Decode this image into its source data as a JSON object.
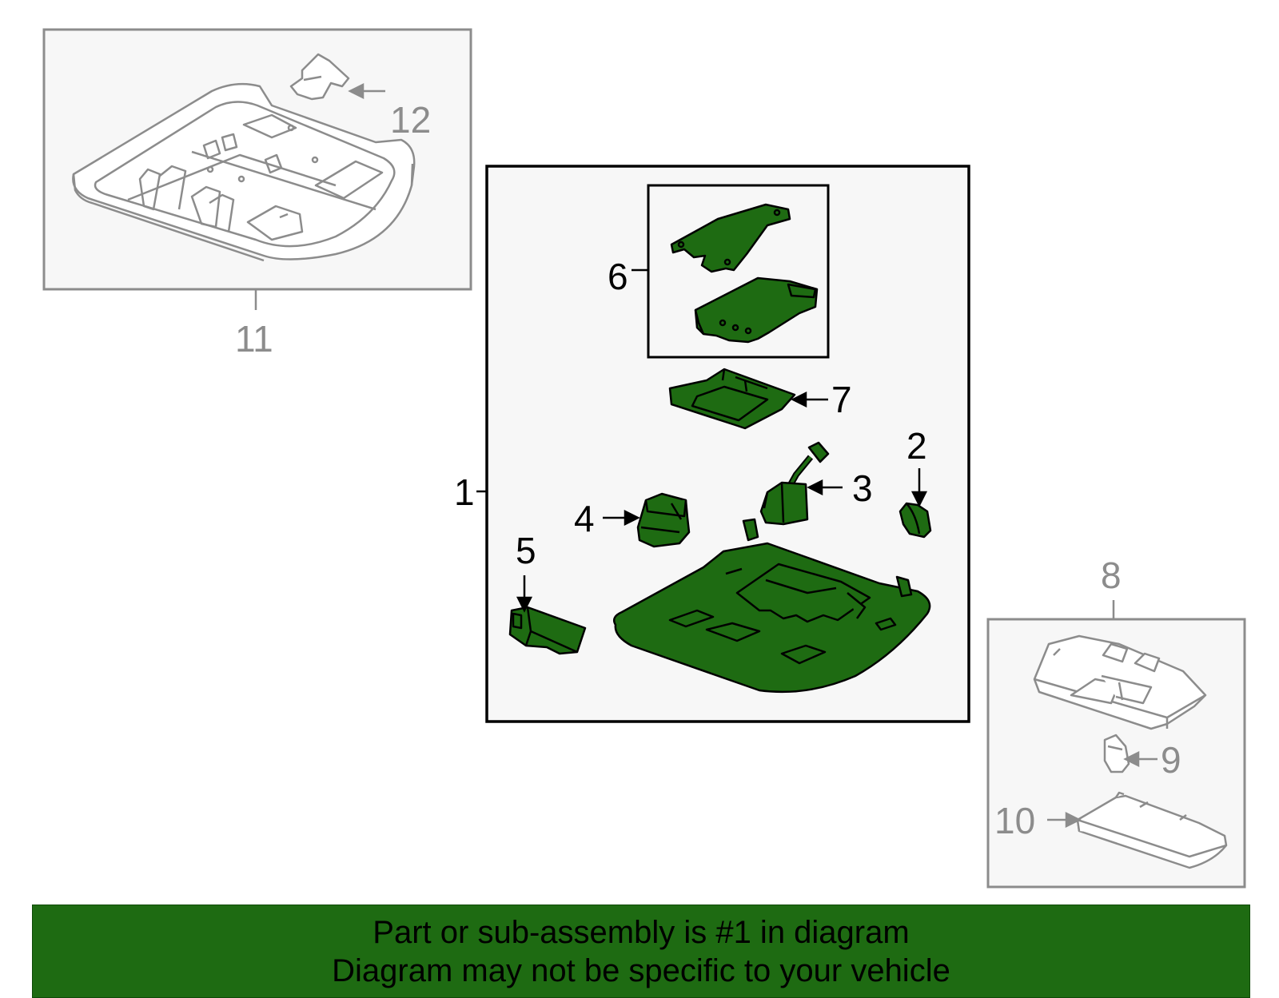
{
  "callouts": {
    "c1": "1",
    "c2": "2",
    "c3": "3",
    "c4": "4",
    "c5": "5",
    "c6": "6",
    "c7": "7",
    "c8": "8",
    "c9": "9",
    "c10": "10",
    "c11": "11",
    "c12": "12"
  },
  "banner": {
    "line1": "Part or sub-assembly is #1 in diagram",
    "line2": "Diagram may not be specific to your vehicle"
  },
  "colors": {
    "highlight_fill": "#1e6b12",
    "banner_bg": "#1e6b12",
    "panel_bg": "#f7f7f7",
    "gray_line": "#8c8c8c",
    "black_line": "#000000"
  }
}
